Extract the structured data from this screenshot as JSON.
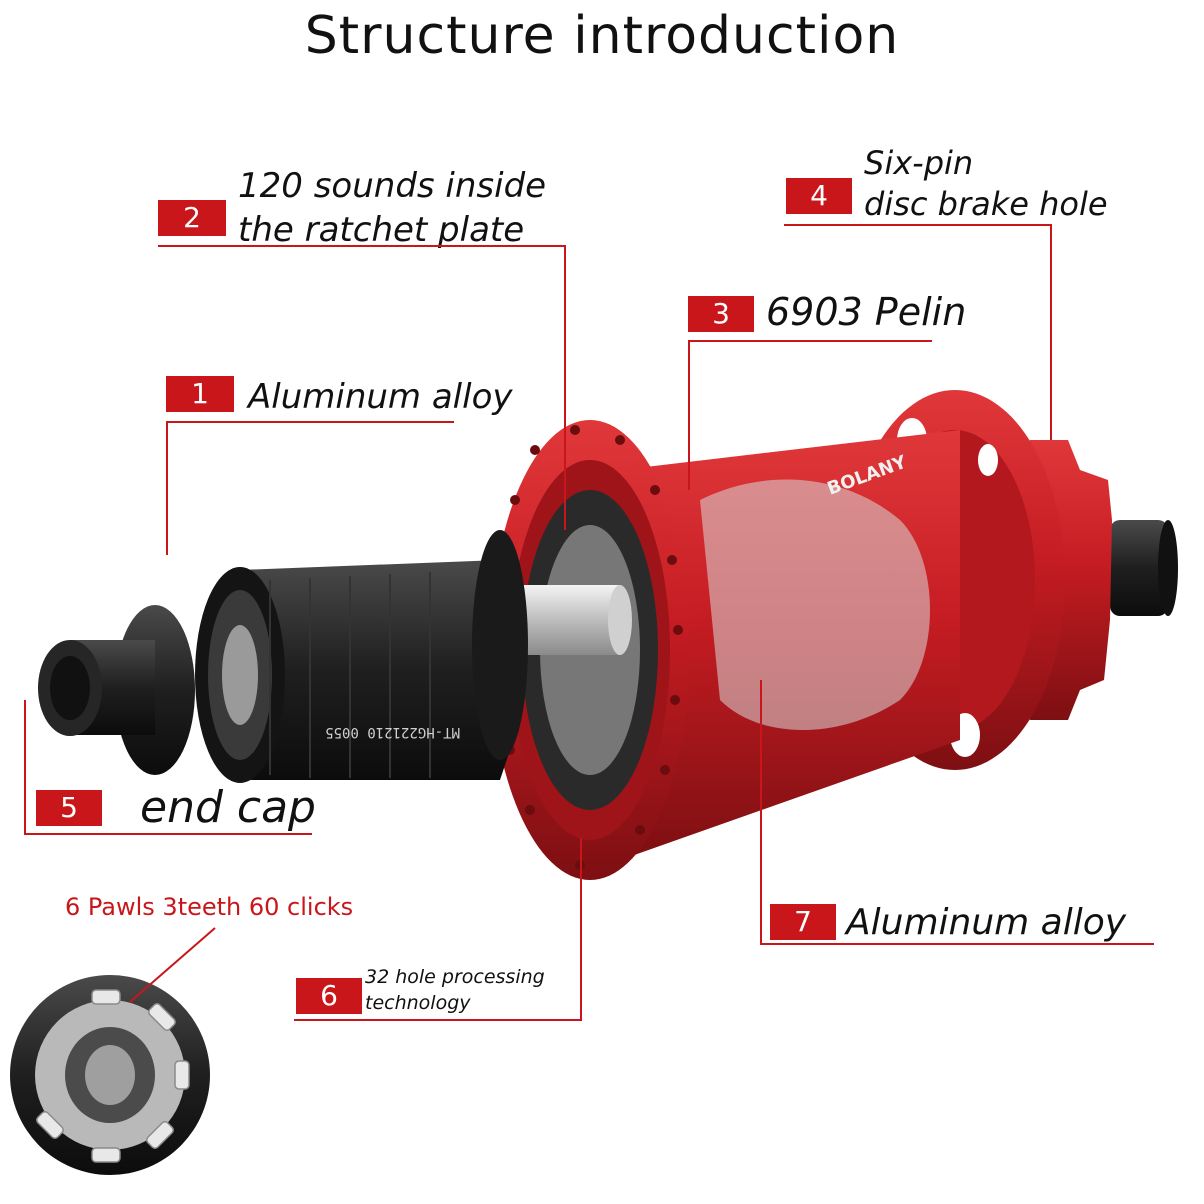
{
  "title": "Structure introduction",
  "colors": {
    "accent": "#c8161a",
    "hub_red": "#c41c22",
    "freehub_black": "#1f1f1f",
    "axle_silver": "#c9c9c9"
  },
  "callouts": [
    {
      "number": "1",
      "text": "Aluminum alloy"
    },
    {
      "number": "2",
      "line1": "120 sounds inside",
      "line2": "the ratchet plate"
    },
    {
      "number": "3",
      "text": "6903 Pelin"
    },
    {
      "number": "4",
      "line1": "Six-pin",
      "line2": "disc brake hole"
    },
    {
      "number": "5",
      "text": "end cap"
    },
    {
      "number": "6",
      "line1": "32 hole processing",
      "line2": "technology"
    },
    {
      "number": "7",
      "text": "Aluminum alloy"
    }
  ],
  "inset_note": "6 Pawls 3teeth 60 clicks",
  "product_marks": {
    "brand": "BOLANY",
    "freehub_code": "MT-HG221210 0055"
  }
}
